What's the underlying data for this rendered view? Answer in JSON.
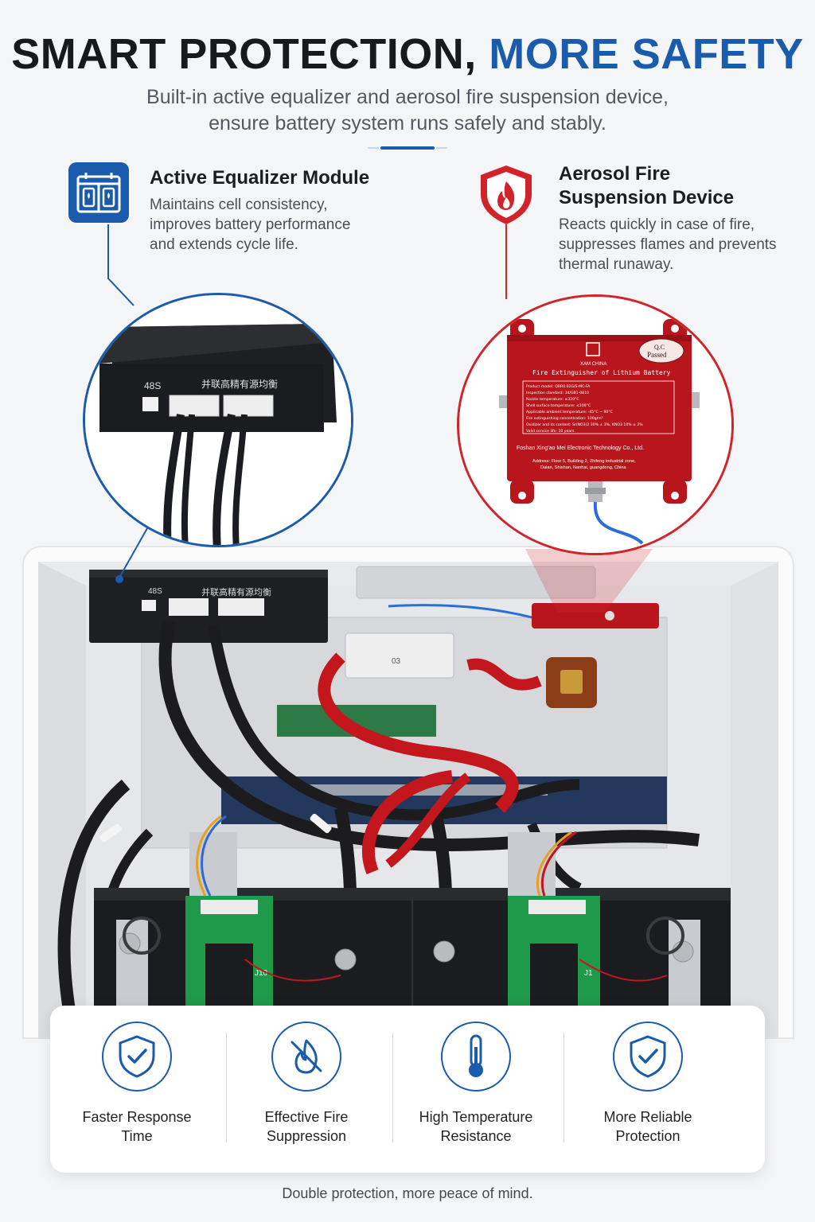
{
  "header": {
    "title_dark": "SMART PROTECTION, ",
    "title_blue": "MORE SAFETY",
    "subtitle_line1": "Built-in active equalizer and aerosol fire suspension device,",
    "subtitle_line2": "ensure battery system runs safely and stably."
  },
  "colors": {
    "brand_blue": "#1a5bab",
    "alert_red": "#d2232a",
    "device_red": "#b8161c",
    "equalizer_black": "#1e1f22"
  },
  "features": [
    {
      "icon": "battery-cells-icon",
      "title": "Active Equalizer Module",
      "desc_lines": [
        "Maintains cell consistency,",
        "improves battery performance",
        "and extends cycle life."
      ]
    },
    {
      "icon": "fire-shield-icon",
      "title_lines": [
        "Aerosol Fire",
        "Suspension Device"
      ],
      "desc_lines": [
        "Reacts quickly in case of fire,",
        "suppresses flames and prevents",
        "thermal runaway."
      ]
    }
  ],
  "equalizer_device": {
    "port_label": "48S",
    "chinese_label": "并联高精有源均衡",
    "cabinet_chinese_label": "并联高精有源均衡"
  },
  "fire_device": {
    "badge_line1": "Q.C",
    "badge_line2": "Passed",
    "brand": "XAM CHINA",
    "title": "Fire Extinguisher of Lithium Battery",
    "specs": [
      "Product model: QRR0.02G/S-MC-FA",
      "Inspection standard: 34/GB1-0810",
      "Nozzle temperature: ≤320°C",
      "Shell surface temperature: ≤100°C",
      "Applicable ambient temperature: -45°C ~ 90°C",
      "Fire extinguishing concentration: 100g/m³",
      "Oxidizer and its content: Sr(NO3)2 30% ± 3%, KNO3 10% ± 2%",
      "Valid service life: 10 years"
    ],
    "company": "Foshan Xing'ao Mei Electronic Technology Co., Ltd.",
    "address_line1": "Address: Floor 5, Building 2, Zhifeng industrial zone,",
    "address_line2": "Dalan, Shishan, Nanhai, guangdong, China"
  },
  "cabinet": {
    "relay_label": "03",
    "terminal_labels": [
      "J1",
      "J10"
    ]
  },
  "benefits": [
    {
      "icon": "shield-check-icon",
      "line1": "Faster Response",
      "line2": "Time"
    },
    {
      "icon": "no-fire-icon",
      "line1": "Effective Fire",
      "line2": "Suppression"
    },
    {
      "icon": "thermometer-icon",
      "line1": "High Temperature",
      "line2": "Resistance"
    },
    {
      "icon": "shield-check-icon",
      "line1": "More Reliable",
      "line2": "Protection"
    }
  ],
  "footer": "Double protection, more peace of mind."
}
